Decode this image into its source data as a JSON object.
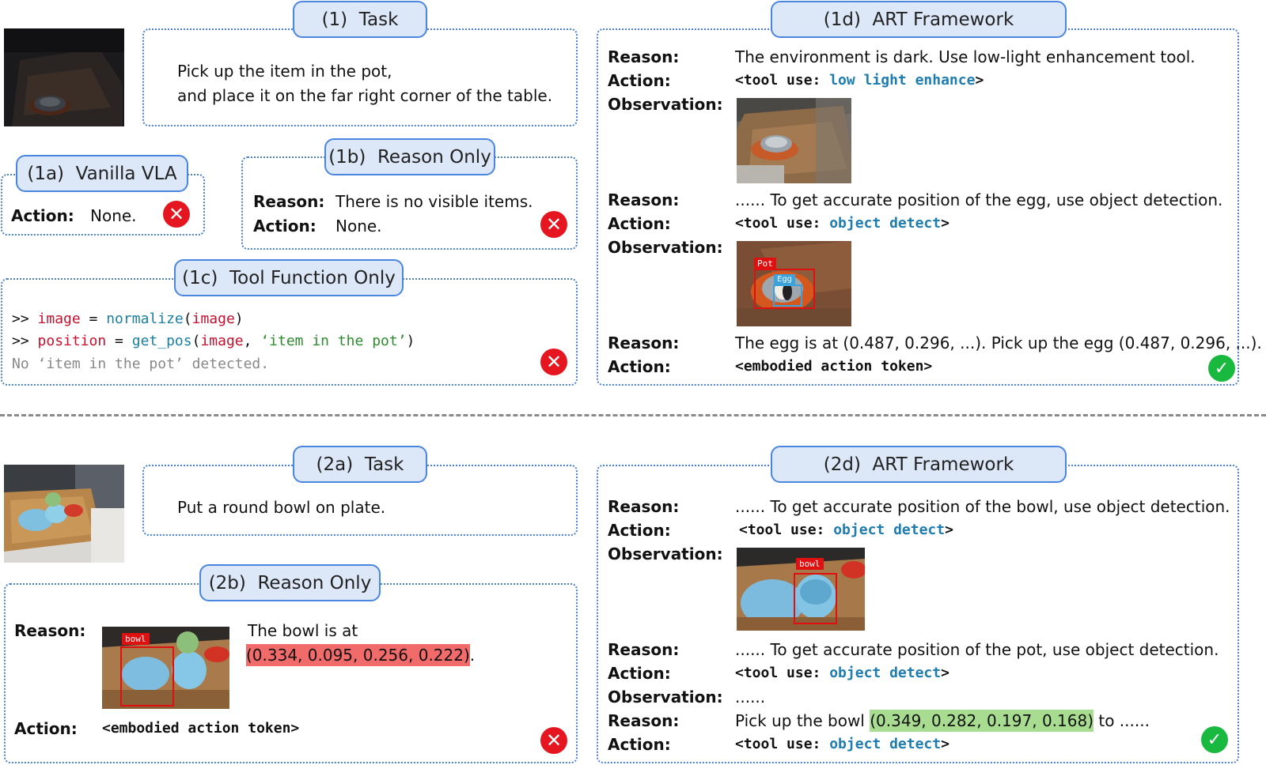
{
  "top": {
    "task": {
      "title": "(1)  Task",
      "lines": [
        "Pick up the item in the pot,",
        "and place it on the far right corner of the table."
      ]
    },
    "vanilla": {
      "title": "(1a)  Vanilla VLA",
      "action_label": "Action:",
      "action_value": "None."
    },
    "reason_only": {
      "title": "(1b)  Reason Only",
      "reason_label": "Reason:",
      "reason_value": "There is no visible items.",
      "action_label": "Action:",
      "action_value": "None."
    },
    "tool_only": {
      "title": "(1c)  Tool Function Only",
      "code1": {
        "prompt": ">> ",
        "var": "image",
        "op": " = ",
        "fn": "normalize",
        "open": "(",
        "arg": "image",
        "close": ")"
      },
      "code2": {
        "prompt": ">> ",
        "var": "position",
        "op": " = ",
        "fn": "get_pos",
        "open": "(",
        "arg": "image",
        "sep": ", ",
        "str": "‘item in the pot’",
        "close": ")"
      },
      "code3": "No ‘item in the pot’ detected."
    },
    "art": {
      "title": "(1d)  ART Framework",
      "reason_label": "Reason:",
      "action_label": "Action:",
      "observation_label": "Observation:",
      "reason1": "The environment is dark. Use low-light enhancement tool.",
      "tool_prefix": "<tool use: ",
      "tool_suffix": ">",
      "tool1": "low light enhance",
      "reason2": "...... To get accurate position of the egg, use object detection.",
      "tool2": "object detect",
      "det_pot": "Pot",
      "det_egg": "Egg",
      "reason3": "The egg is at (0.487, 0.296, ...). Pick up the egg (0.487, 0.296, ...).",
      "action3": "<embodied action token>"
    }
  },
  "bottom": {
    "task": {
      "title": "(2a)  Task",
      "line": "Put a round bowl on plate."
    },
    "reason_only": {
      "title": "(2b)  Reason Only",
      "reason_label": "Reason:",
      "action_label": "Action:",
      "det_bowl": "bowl",
      "reason_line1": "The bowl is at",
      "reason_coords": "(0.334, 0.095, 0.256, 0.222)",
      "reason_end": ".",
      "action_value": "<embodied action token>"
    },
    "art": {
      "title": "(2d)  ART Framework",
      "reason_label": "Reason:",
      "action_label": "Action:",
      "observation_label": "Observation:",
      "reason1": "...... To get accurate position of the bowl, use object detection.",
      "tool_prefix": "<tool use: ",
      "tool_suffix": ">",
      "tool1": "object detect",
      "det_bowl": "bowl",
      "reason2": "...... To get accurate position of the pot, use object detection.",
      "tool2": "object detect",
      "observation2": "......",
      "reason3_pre": "Pick up the bowl ",
      "reason3_coords": "(0.349, 0.282, 0.197, 0.168)",
      "reason3_post": " to ......",
      "tool3": "object detect"
    }
  },
  "icons": {
    "fail": "cross-icon",
    "success": "check-icon"
  },
  "colors": {
    "tab_fill": "#dce8f8",
    "tab_border": "#4a86e0",
    "box_border": "#4a7fd4",
    "fail": "#e5161f",
    "success": "#19b83e"
  }
}
